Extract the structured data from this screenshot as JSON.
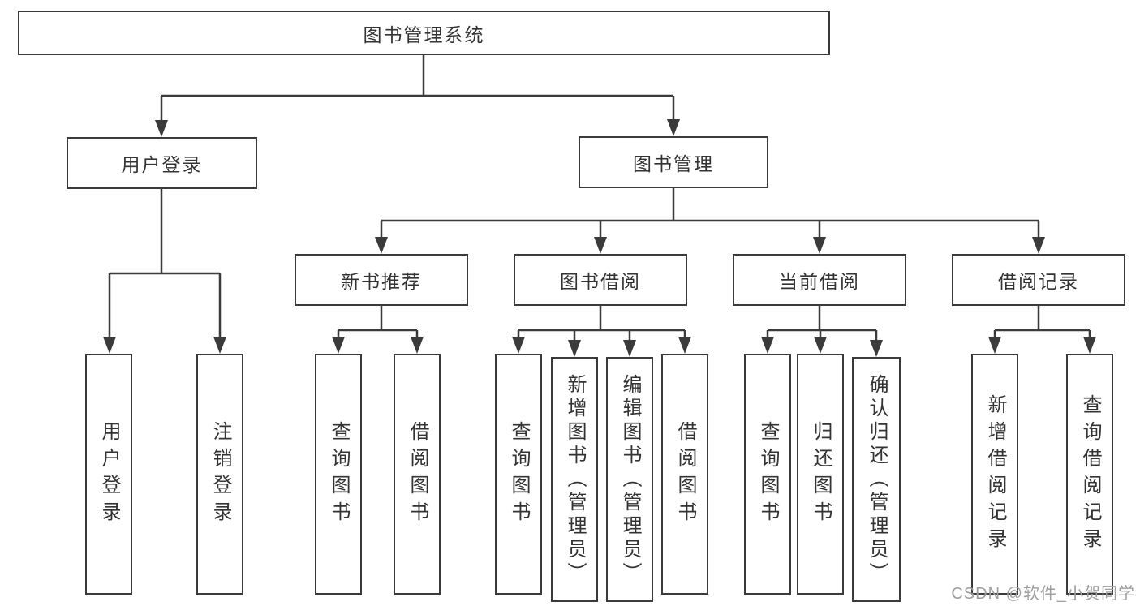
{
  "tree": {
    "root": "图书管理系统",
    "branches": [
      {
        "label": "用户登录",
        "children": [
          {
            "label": "用户登录"
          },
          {
            "label": "注销登录"
          }
        ]
      },
      {
        "label": "图书管理",
        "children": [
          {
            "label": "新书推荐",
            "children": [
              {
                "label": "查询图书"
              },
              {
                "label": "借阅图书"
              }
            ]
          },
          {
            "label": "图书借阅",
            "children": [
              {
                "label": "查询图书"
              },
              {
                "label": "新增图书（管理员）"
              },
              {
                "label": "编辑图书（管理员）"
              },
              {
                "label": "借阅图书"
              }
            ]
          },
          {
            "label": "当前借阅",
            "children": [
              {
                "label": "查询图书"
              },
              {
                "label": "归还图书"
              },
              {
                "label": "确认归还（管理员）"
              }
            ]
          },
          {
            "label": "借阅记录",
            "children": [
              {
                "label": "新增借阅记录"
              },
              {
                "label": "查询借阅记录"
              }
            ]
          }
        ]
      }
    ]
  },
  "watermark": {
    "text": "CSDN @软件_小贺同学"
  },
  "colors": {
    "line": "#3b3b3b",
    "box_border": "#3b3b3b",
    "text": "#333333",
    "background": "#ffffff",
    "watermark": "#9e9e9e"
  }
}
